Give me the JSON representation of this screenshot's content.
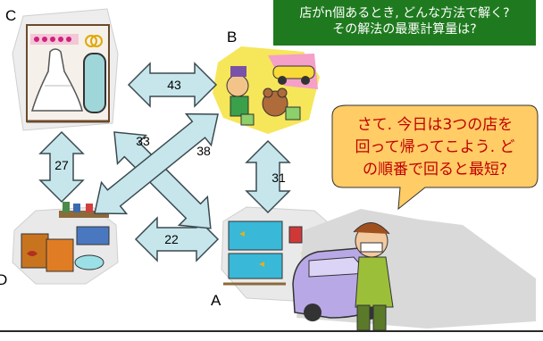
{
  "problem_banner": {
    "line1": "店がn個あるとき, どんな方法で解く?",
    "line2": "その解法の最悪計算量は?",
    "color": "#1f7a1f"
  },
  "speech_bubble": {
    "line1": "さて. 今日は3つの店を",
    "line2": "回って帰ってこよう. ど",
    "line3": "の順番で回ると最短?",
    "fill": "#ffcc66",
    "text_color": "#c00000"
  },
  "stores": {
    "A": {
      "label": "A",
      "type": "pet-store-aquarium"
    },
    "B": {
      "label": "B",
      "type": "toy-store"
    },
    "C": {
      "label": "C",
      "type": "bridal-shop"
    },
    "D": {
      "label": "D",
      "type": "pet-supplies"
    }
  },
  "edges": {
    "CB": {
      "distance": "43"
    },
    "CD": {
      "distance": "27"
    },
    "BA": {
      "distance": "31"
    },
    "DA": {
      "distance": "22"
    },
    "CA": {
      "distance": "33"
    },
    "BD": {
      "distance": "38"
    }
  },
  "colors": {
    "arrow_fill": "#c6e6ec",
    "arrow_stroke": "#3a4a50",
    "banner": "#1f7a1f",
    "bubble": "#ffcc66"
  }
}
